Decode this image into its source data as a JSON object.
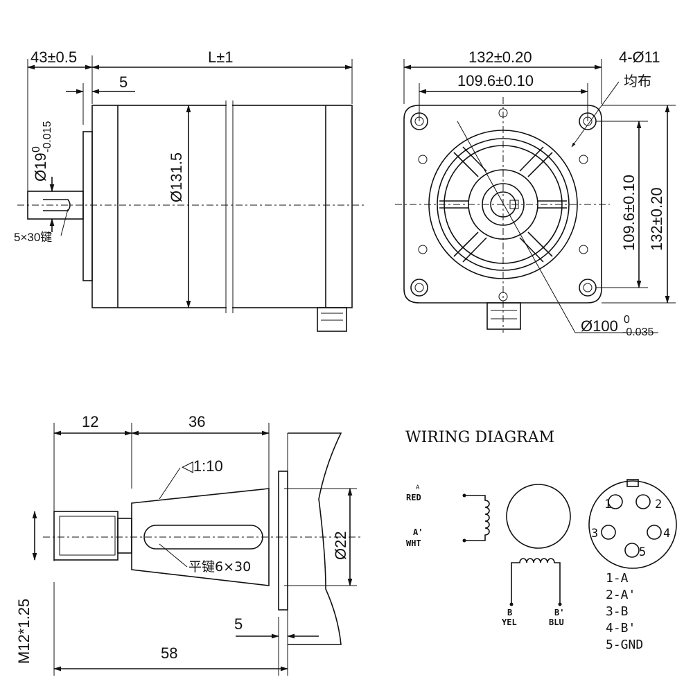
{
  "side_view": {
    "dim_flange": "43±0.5",
    "dim_length": "L±1",
    "dim_boss": "5",
    "dim_body_dia": "Ø131.5",
    "dim_shaft_dia": "Ø19",
    "dim_shaft_tol_up": "0",
    "dim_shaft_tol_low": "-0.015",
    "key_label": "5×30键"
  },
  "front_view": {
    "dim_width": "132±0.20",
    "dim_hole_pitch": "109.6±0.10",
    "hole_note": "4-Ø11",
    "hole_note_cn": "均布",
    "dim_height": "132±0.20",
    "dim_hole_pitch_v": "109.6±0.10",
    "dim_pilot": "Ø100",
    "dim_pilot_tol_up": "0",
    "dim_pilot_tol_low": "-0.035"
  },
  "shaft_detail": {
    "dim_thread_len": "12",
    "dim_taper_len": "36",
    "taper_ratio": "◁1:10",
    "dim_dia": "Ø22",
    "thread": "M12*1.25",
    "key": "平键6×30",
    "dim_boss": "5",
    "dim_total": "58"
  },
  "wiring": {
    "title": "WIRING DIAGRAM",
    "a_small": "A",
    "a_label": "RED",
    "ap_label": "A'",
    "ap_color": "WHT",
    "b_label": "B",
    "b_color": "YEL",
    "bp_label": "B'",
    "bp_color": "BLU",
    "pins": [
      "1",
      "2",
      "3",
      "4",
      "5"
    ],
    "legend": [
      "1-A",
      "2-A'",
      "3-B",
      "4-B'",
      "5-GND"
    ]
  }
}
